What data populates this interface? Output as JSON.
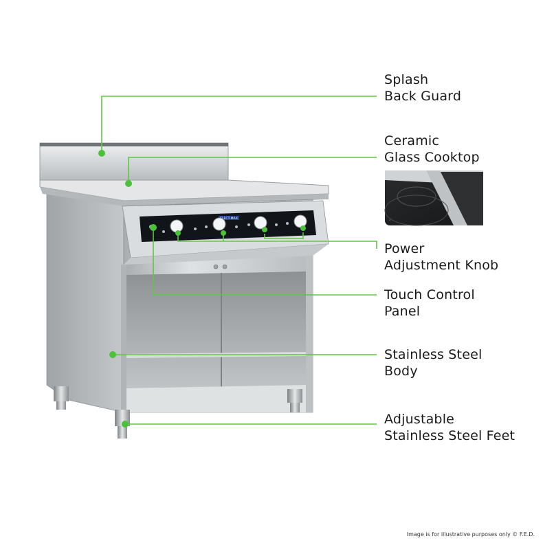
{
  "labels": {
    "splash_back_guard": [
      "Splash",
      "Back Guard"
    ],
    "ceramic_glass_cooktop": [
      "Ceramic",
      "Glass Cooktop"
    ],
    "power_adjustment_knob": [
      "Power",
      "Adjustment Knob"
    ],
    "touch_control_panel": [
      "Touch Control",
      "Panel"
    ],
    "stainless_steel_body": [
      "Stainless Steel",
      "Body"
    ],
    "adjustable_feet": [
      "Adjustable",
      "Stainless Steel Feet"
    ]
  },
  "brand_badge": "ELECT-MAX",
  "footer_note": "Image is for illustrative purposes only  © F.E.D.",
  "colors": {
    "callout_line": "#5ec840",
    "callout_dot": "#4cc23a",
    "label_text": "#1a1a1a",
    "control_panel": "#111418",
    "stainless": "#c9ccce"
  }
}
